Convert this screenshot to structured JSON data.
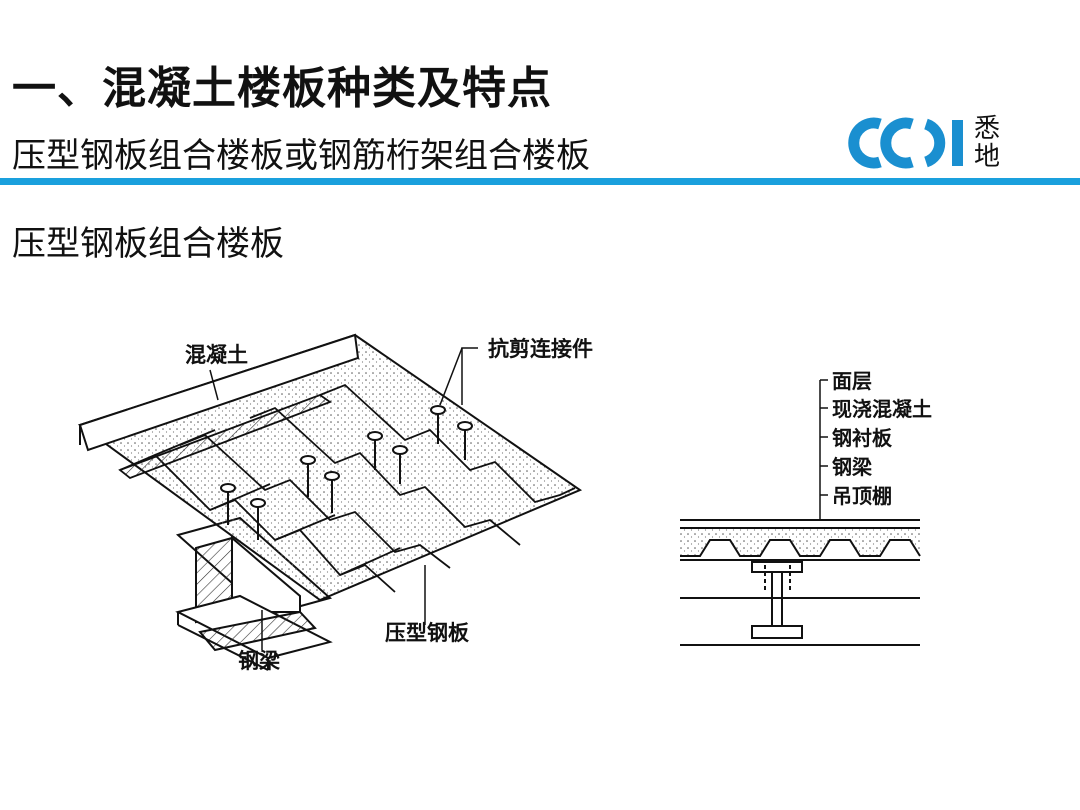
{
  "header": {
    "title": "一、混凝土楼板种类及特点",
    "subtitle": "压型钢板组合楼板或钢筋桁架组合楼板",
    "rule_color": "#1aa0dd"
  },
  "logo": {
    "line1": "悉",
    "line2": "地",
    "color": "#1a8fd0"
  },
  "section": {
    "heading": "压型钢板组合楼板"
  },
  "figure_left": {
    "labels": {
      "concrete": "混凝土",
      "shear_connector": "抗剪连接件",
      "deck": "压型钢板",
      "beam": "钢梁"
    }
  },
  "figure_right": {
    "labels": [
      "面层",
      "现浇混凝土",
      "钢衬板",
      "钢梁",
      "吊顶棚"
    ]
  }
}
